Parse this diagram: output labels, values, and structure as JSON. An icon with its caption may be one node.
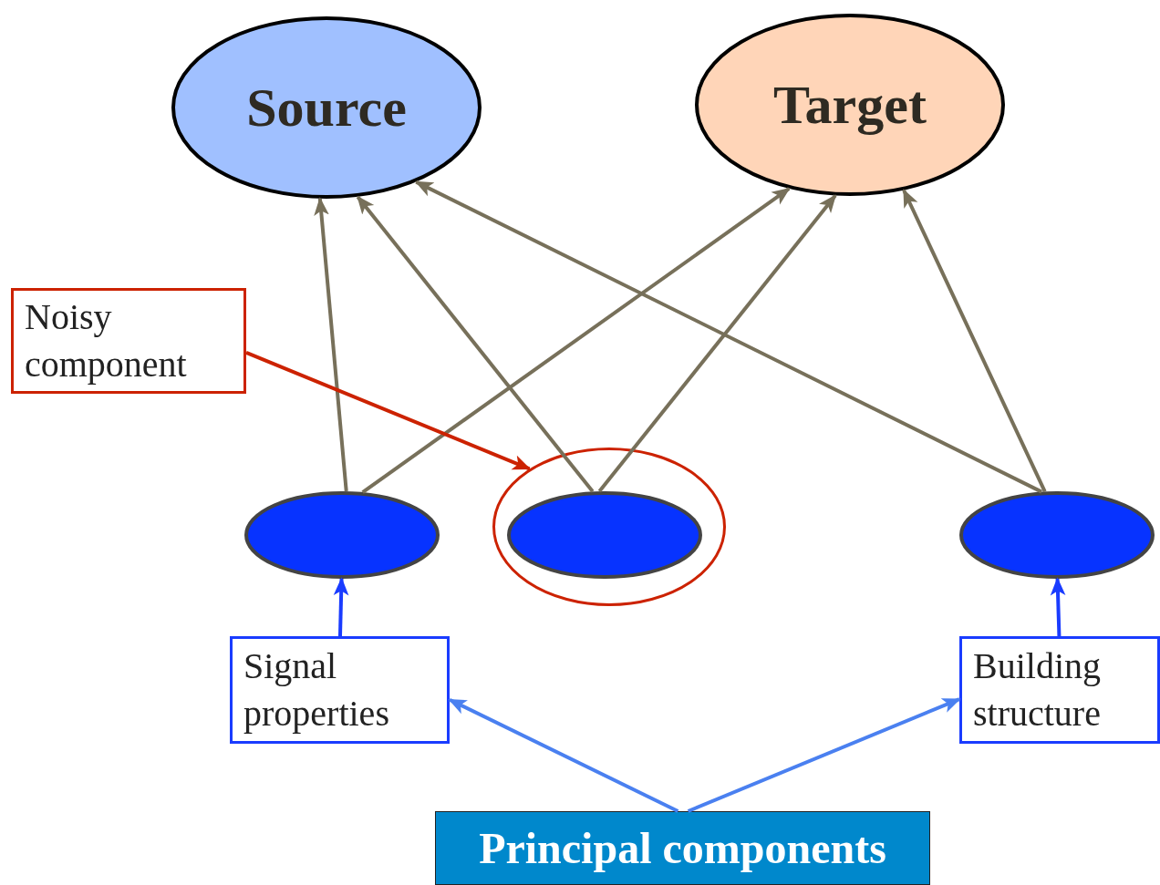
{
  "diagram": {
    "nodes": [
      {
        "text": [
          "Source"
        ]
      },
      {
        "text": [
          "Target"
        ]
      },
      {
        "text": [
          "Noisy component"
        ]
      },
      {
        "text": [],
        "shape": "ellipse"
      },
      {
        "text": [],
        "shape": "ellipse"
      },
      {
        "text": [],
        "shape": "ellipse",
        "in": 4
      },
      {
        "text": [],
        "shape": "ellipse"
      },
      {
        "text": [
          "Signal properties"
        ]
      },
      {
        "text": [
          "Building structure"
        ]
      },
      {
        "text": [
          "Principal components"
        ]
      }
    ],
    "edges": [
      {
        "from": 3,
        "to": 0,
        "arrow": "to"
      },
      {
        "from": 3,
        "to": 1,
        "arrow": "to"
      },
      {
        "from": 5,
        "to": 0,
        "arrow": "to"
      },
      {
        "from": 5,
        "to": 1,
        "arrow": "to"
      },
      {
        "from": 6,
        "to": 0,
        "arrow": "to"
      },
      {
        "from": 6,
        "to": 1,
        "arrow": "to"
      },
      {
        "from": 2,
        "to": 4,
        "arrow": "to",
        "color": "#cc2200"
      },
      {
        "from": 7,
        "to": 3,
        "arrow": "to",
        "color": "#1a3cff"
      },
      {
        "from": 8,
        "to": 6,
        "arrow": "to",
        "color": "#1a3cff"
      },
      {
        "from": 9,
        "to": 7,
        "arrow": "to",
        "color": "#4a80f0"
      },
      {
        "from": 9,
        "to": 8,
        "arrow": "to",
        "color": "#4a80f0"
      }
    ]
  }
}
